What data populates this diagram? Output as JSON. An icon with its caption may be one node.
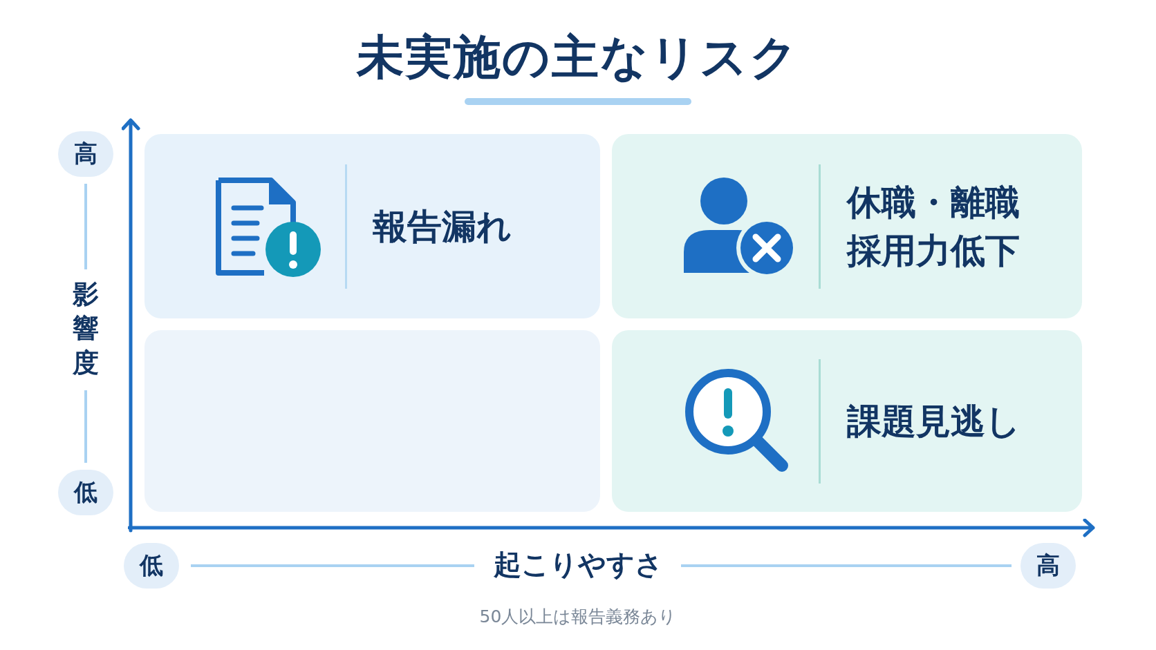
{
  "diagram": {
    "title": "未実施の主なリスク",
    "nodes": [
      {
        "text": [
          "報告漏れ"
        ]
      },
      {
        "text": [
          "休職・離職採用力低下"
        ]
      },
      {
        "text": [],
        "shape": "box"
      },
      {
        "text": [
          "課題見逃し"
        ]
      }
    ],
    "labels": [
      "高",
      "影響度",
      "低",
      "低",
      "起こりやすさ",
      "高",
      "50人以上は報告義務あり"
    ]
  }
}
